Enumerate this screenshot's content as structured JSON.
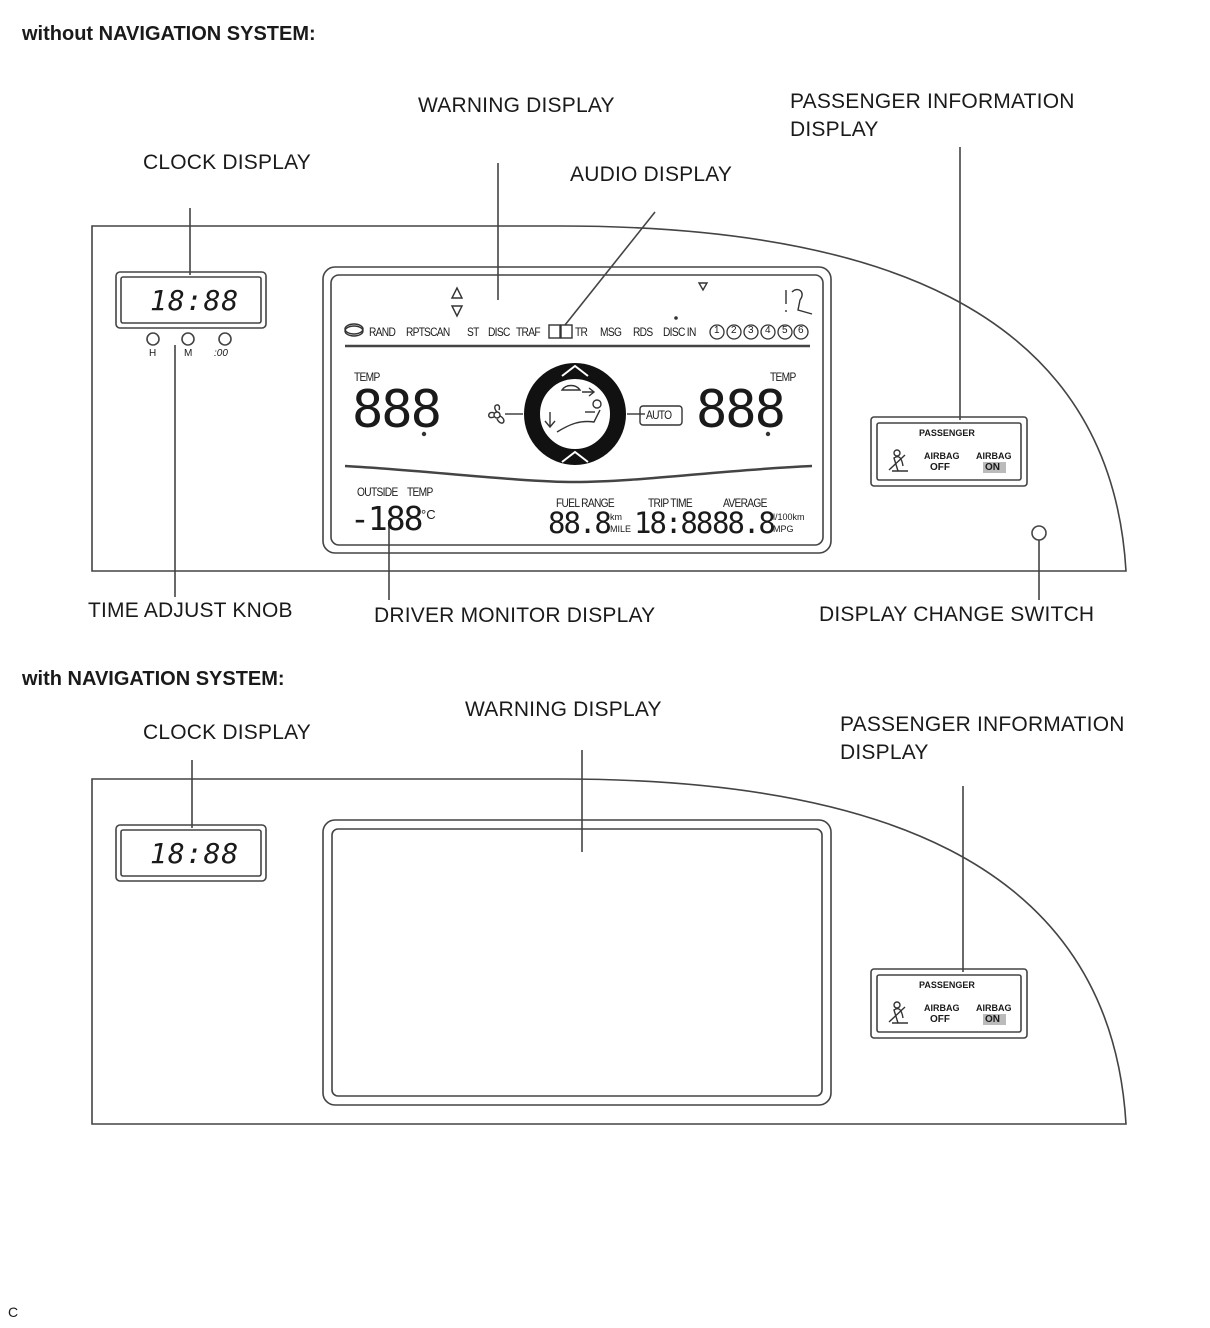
{
  "section_top": {
    "heading": "without NAVIGATION SYSTEM:",
    "callouts": {
      "clock": "CLOCK DISPLAY",
      "warning": "WARNING DISPLAY",
      "audio": "AUDIO DISPLAY",
      "passenger_line1": "PASSENGER INFORMATION",
      "passenger_line2": "DISPLAY",
      "time_knob": "TIME ADJUST KNOB",
      "driver_monitor": "DRIVER MONITOR DISPLAY",
      "display_switch": "DISPLAY CHANGE SWITCH"
    },
    "clock_readout": "18:88",
    "knob_labels": [
      "H",
      "M",
      ":00"
    ],
    "audio_indicators": [
      "RAND",
      "RPT",
      "SCAN",
      "ST",
      "DISC",
      "TRAF",
      "TR",
      "MSG",
      "RDS",
      "DISC IN"
    ],
    "disc_numbers": [
      "1",
      "2",
      "3",
      "4",
      "5",
      "6"
    ],
    "climate": {
      "temp_left_label": "TEMP",
      "temp_left": "888",
      "temp_right_label": "TEMP",
      "temp_right": "888",
      "auto": "AUTO"
    },
    "driver_monitor": {
      "outside_label": "OUTSIDE",
      "temp_label": "TEMP",
      "outside_value": "-188",
      "outside_unit": "°C",
      "fuel_range_label": "FUEL RANGE",
      "fuel_range_value": "88.8",
      "fuel_unit_1": "km",
      "fuel_unit_2": "MILE",
      "trip_time_label": "TRIP TIME",
      "trip_time_value": "18:88",
      "average_label": "AVERAGE",
      "average_value": "88.8",
      "average_unit_1": "l/100km",
      "average_unit_2": "MPG"
    },
    "passenger_panel": {
      "title": "PASSENGER",
      "airbag_off_1": "AIRBAG",
      "airbag_off_2": "OFF",
      "airbag_on_1": "AIRBAG",
      "airbag_on_2": "ON"
    }
  },
  "section_bottom": {
    "heading": "with NAVIGATION SYSTEM:",
    "callouts": {
      "clock": "CLOCK DISPLAY",
      "warning": "WARNING DISPLAY",
      "passenger_line1": "PASSENGER INFORMATION",
      "passenger_line2": "DISPLAY"
    },
    "clock_readout": "18:88",
    "passenger_panel": {
      "title": "PASSENGER",
      "airbag_off_1": "AIRBAG",
      "airbag_off_2": "OFF",
      "airbag_on_1": "AIRBAG",
      "airbag_on_2": "ON"
    }
  },
  "footer_code": "C"
}
